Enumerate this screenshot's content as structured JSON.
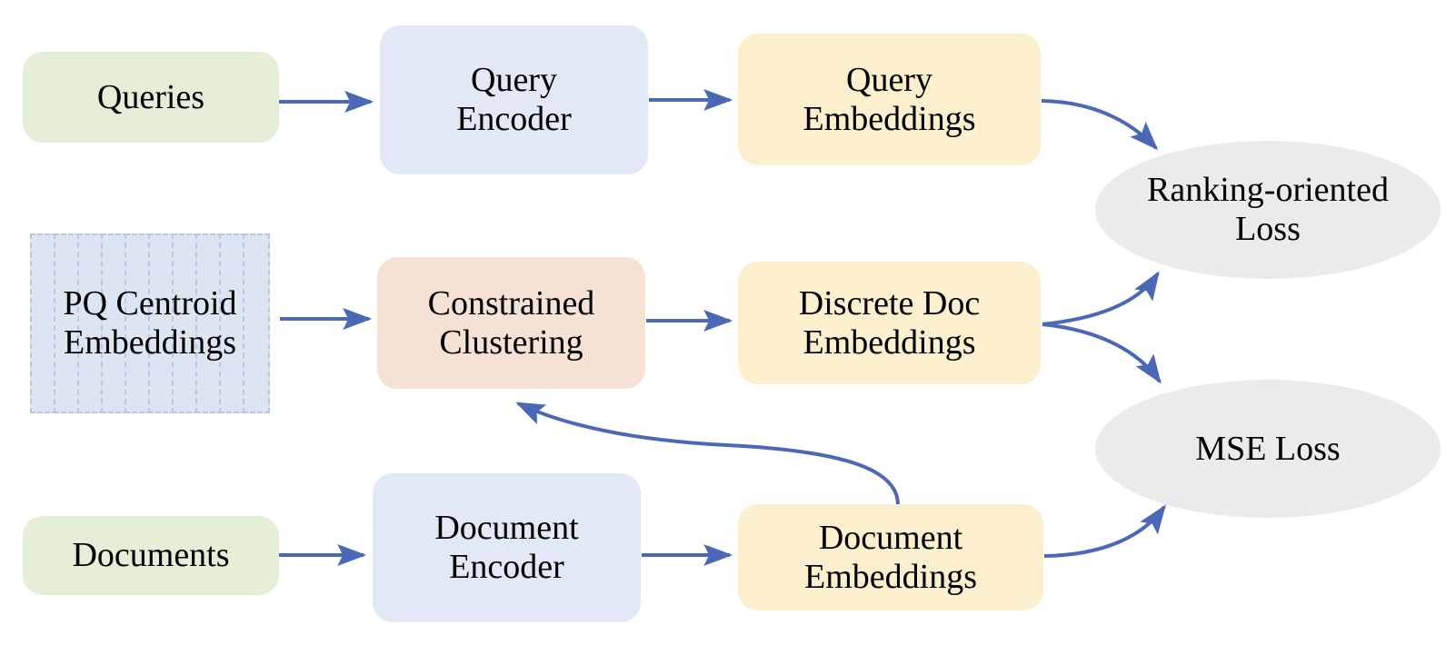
{
  "diagram": {
    "title": "Dual-encoder retrieval training pipeline with constrained clustering",
    "colors": {
      "input_green": "#e5eed7",
      "encoder_blue": "#e2e8f5",
      "embedding_yellow": "#fbefcd",
      "clustering_peach": "#f6e2d4",
      "loss_gray": "#ebebeb",
      "stripe_fill": "#dde5f3",
      "stripe_border": "#b7c9e6",
      "arrow": "#4a68b5",
      "text": "#000000",
      "background": "#ffffff"
    },
    "nodes": [
      {
        "id": "queries",
        "label": "Queries",
        "shape": "rounded-rect",
        "fill": "input_green"
      },
      {
        "id": "query_encoder",
        "label": "Query\nEncoder",
        "shape": "rounded-rect",
        "fill": "encoder_blue"
      },
      {
        "id": "query_embeddings",
        "label": "Query\nEmbeddings",
        "shape": "rounded-rect",
        "fill": "embedding_yellow"
      },
      {
        "id": "pq_centroid",
        "label": "PQ Centroid\nEmbeddings",
        "shape": "dashed-stack",
        "fill": "stripe_fill"
      },
      {
        "id": "constrained_clustering",
        "label": "Constrained\nClustering",
        "shape": "rounded-rect",
        "fill": "clustering_peach"
      },
      {
        "id": "discrete_doc_embeddings",
        "label": "Discrete Doc\nEmbeddings",
        "shape": "rounded-rect",
        "fill": "embedding_yellow"
      },
      {
        "id": "documents",
        "label": "Documents",
        "shape": "rounded-rect",
        "fill": "input_green"
      },
      {
        "id": "document_encoder",
        "label": "Document\nEncoder",
        "shape": "rounded-rect",
        "fill": "encoder_blue"
      },
      {
        "id": "document_embeddings",
        "label": "Document\nEmbeddings",
        "shape": "rounded-rect",
        "fill": "embedding_yellow"
      },
      {
        "id": "ranking_loss",
        "label": "Ranking-oriented\nLoss",
        "shape": "ellipse",
        "fill": "loss_gray"
      },
      {
        "id": "mse_loss",
        "label": "MSE Loss",
        "shape": "ellipse",
        "fill": "loss_gray"
      }
    ],
    "edges": [
      {
        "from": "queries",
        "to": "query_encoder",
        "style": "straight"
      },
      {
        "from": "query_encoder",
        "to": "query_embeddings",
        "style": "straight"
      },
      {
        "from": "query_embeddings",
        "to": "ranking_loss",
        "style": "curved"
      },
      {
        "from": "pq_centroid",
        "to": "constrained_clustering",
        "style": "straight"
      },
      {
        "from": "constrained_clustering",
        "to": "discrete_doc_embeddings",
        "style": "straight"
      },
      {
        "from": "discrete_doc_embeddings",
        "to": "ranking_loss",
        "style": "curved"
      },
      {
        "from": "discrete_doc_embeddings",
        "to": "mse_loss",
        "style": "curved"
      },
      {
        "from": "documents",
        "to": "document_encoder",
        "style": "straight"
      },
      {
        "from": "document_encoder",
        "to": "document_embeddings",
        "style": "straight"
      },
      {
        "from": "document_embeddings",
        "to": "mse_loss",
        "style": "curved"
      },
      {
        "from": "document_embeddings",
        "to": "constrained_clustering",
        "style": "curved-feedback"
      }
    ],
    "stack": {
      "stripe_count": 10
    }
  }
}
